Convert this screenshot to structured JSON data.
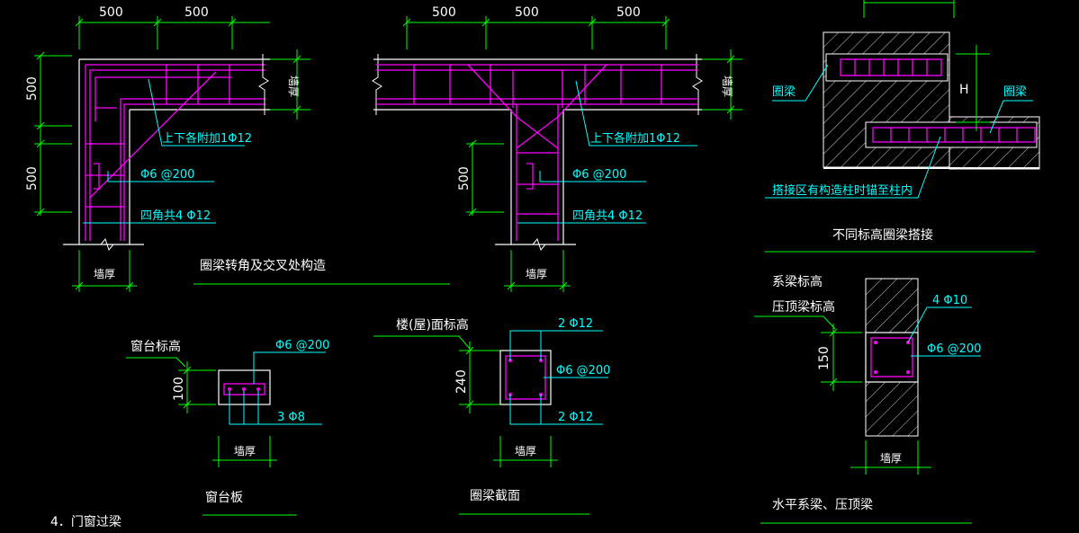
{
  "colors": {
    "background": "#000000",
    "dim": "#00ff00",
    "rebar": "#ff00ff",
    "leader": "#00ffff",
    "outline": "#ffffff",
    "underline": "#00ff00"
  },
  "corner_detail": {
    "dim_top_1": "500",
    "dim_top_2": "500",
    "dim_left_1": "500",
    "dim_left_2": "500",
    "wall_label": "墙厚",
    "note_top_bottom": "上下各附加1Φ12",
    "note_stirrup": "Φ6 @200",
    "note_corner_bars": "四角共4 Φ12",
    "wall_bottom": "墙厚"
  },
  "tee_detail": {
    "dim_top_1": "500",
    "dim_top_2": "500",
    "dim_top_3": "500",
    "dim_left": "500",
    "wall_label": "墙厚",
    "note_top_bottom": "上下各附加1Φ12",
    "note_stirrup": "Φ6 @200",
    "note_corner_bars": "四角共4 Φ12",
    "wall_bottom": "墙厚"
  },
  "caption_corner": "圈梁转角及交叉处构造",
  "step_detail": {
    "label_ring_beam_left": "圈梁",
    "label_ring_beam_right": "圈梁",
    "dim_h": "H",
    "note_anchor": "搭接区有构造柱时锚至柱内",
    "caption": "不同标高圈梁搭接"
  },
  "sill_detail": {
    "label_elev": "窗台标高",
    "note_stirrup": "Φ6 @200",
    "dim_height": "100",
    "note_bars": "3 Φ8",
    "wall": "墙厚",
    "caption": "窗台板"
  },
  "ring_section": {
    "label_elev": "楼(屋)面标高",
    "note_top": "2 Φ12",
    "note_stirrup": "Φ6 @200",
    "dim_height": "240",
    "note_bottom": "2 Φ12",
    "wall": "墙厚",
    "caption": "圈梁截面"
  },
  "tie_beam": {
    "label_line1": "系梁标高",
    "label_line2": "压顶梁标高",
    "note_bars": "4 Φ10",
    "note_stirrup": "Φ6 @200",
    "dim_height": "150",
    "wall": "墙厚",
    "caption": "水平系梁、压顶梁"
  },
  "section_heading": "4．门窗过梁"
}
